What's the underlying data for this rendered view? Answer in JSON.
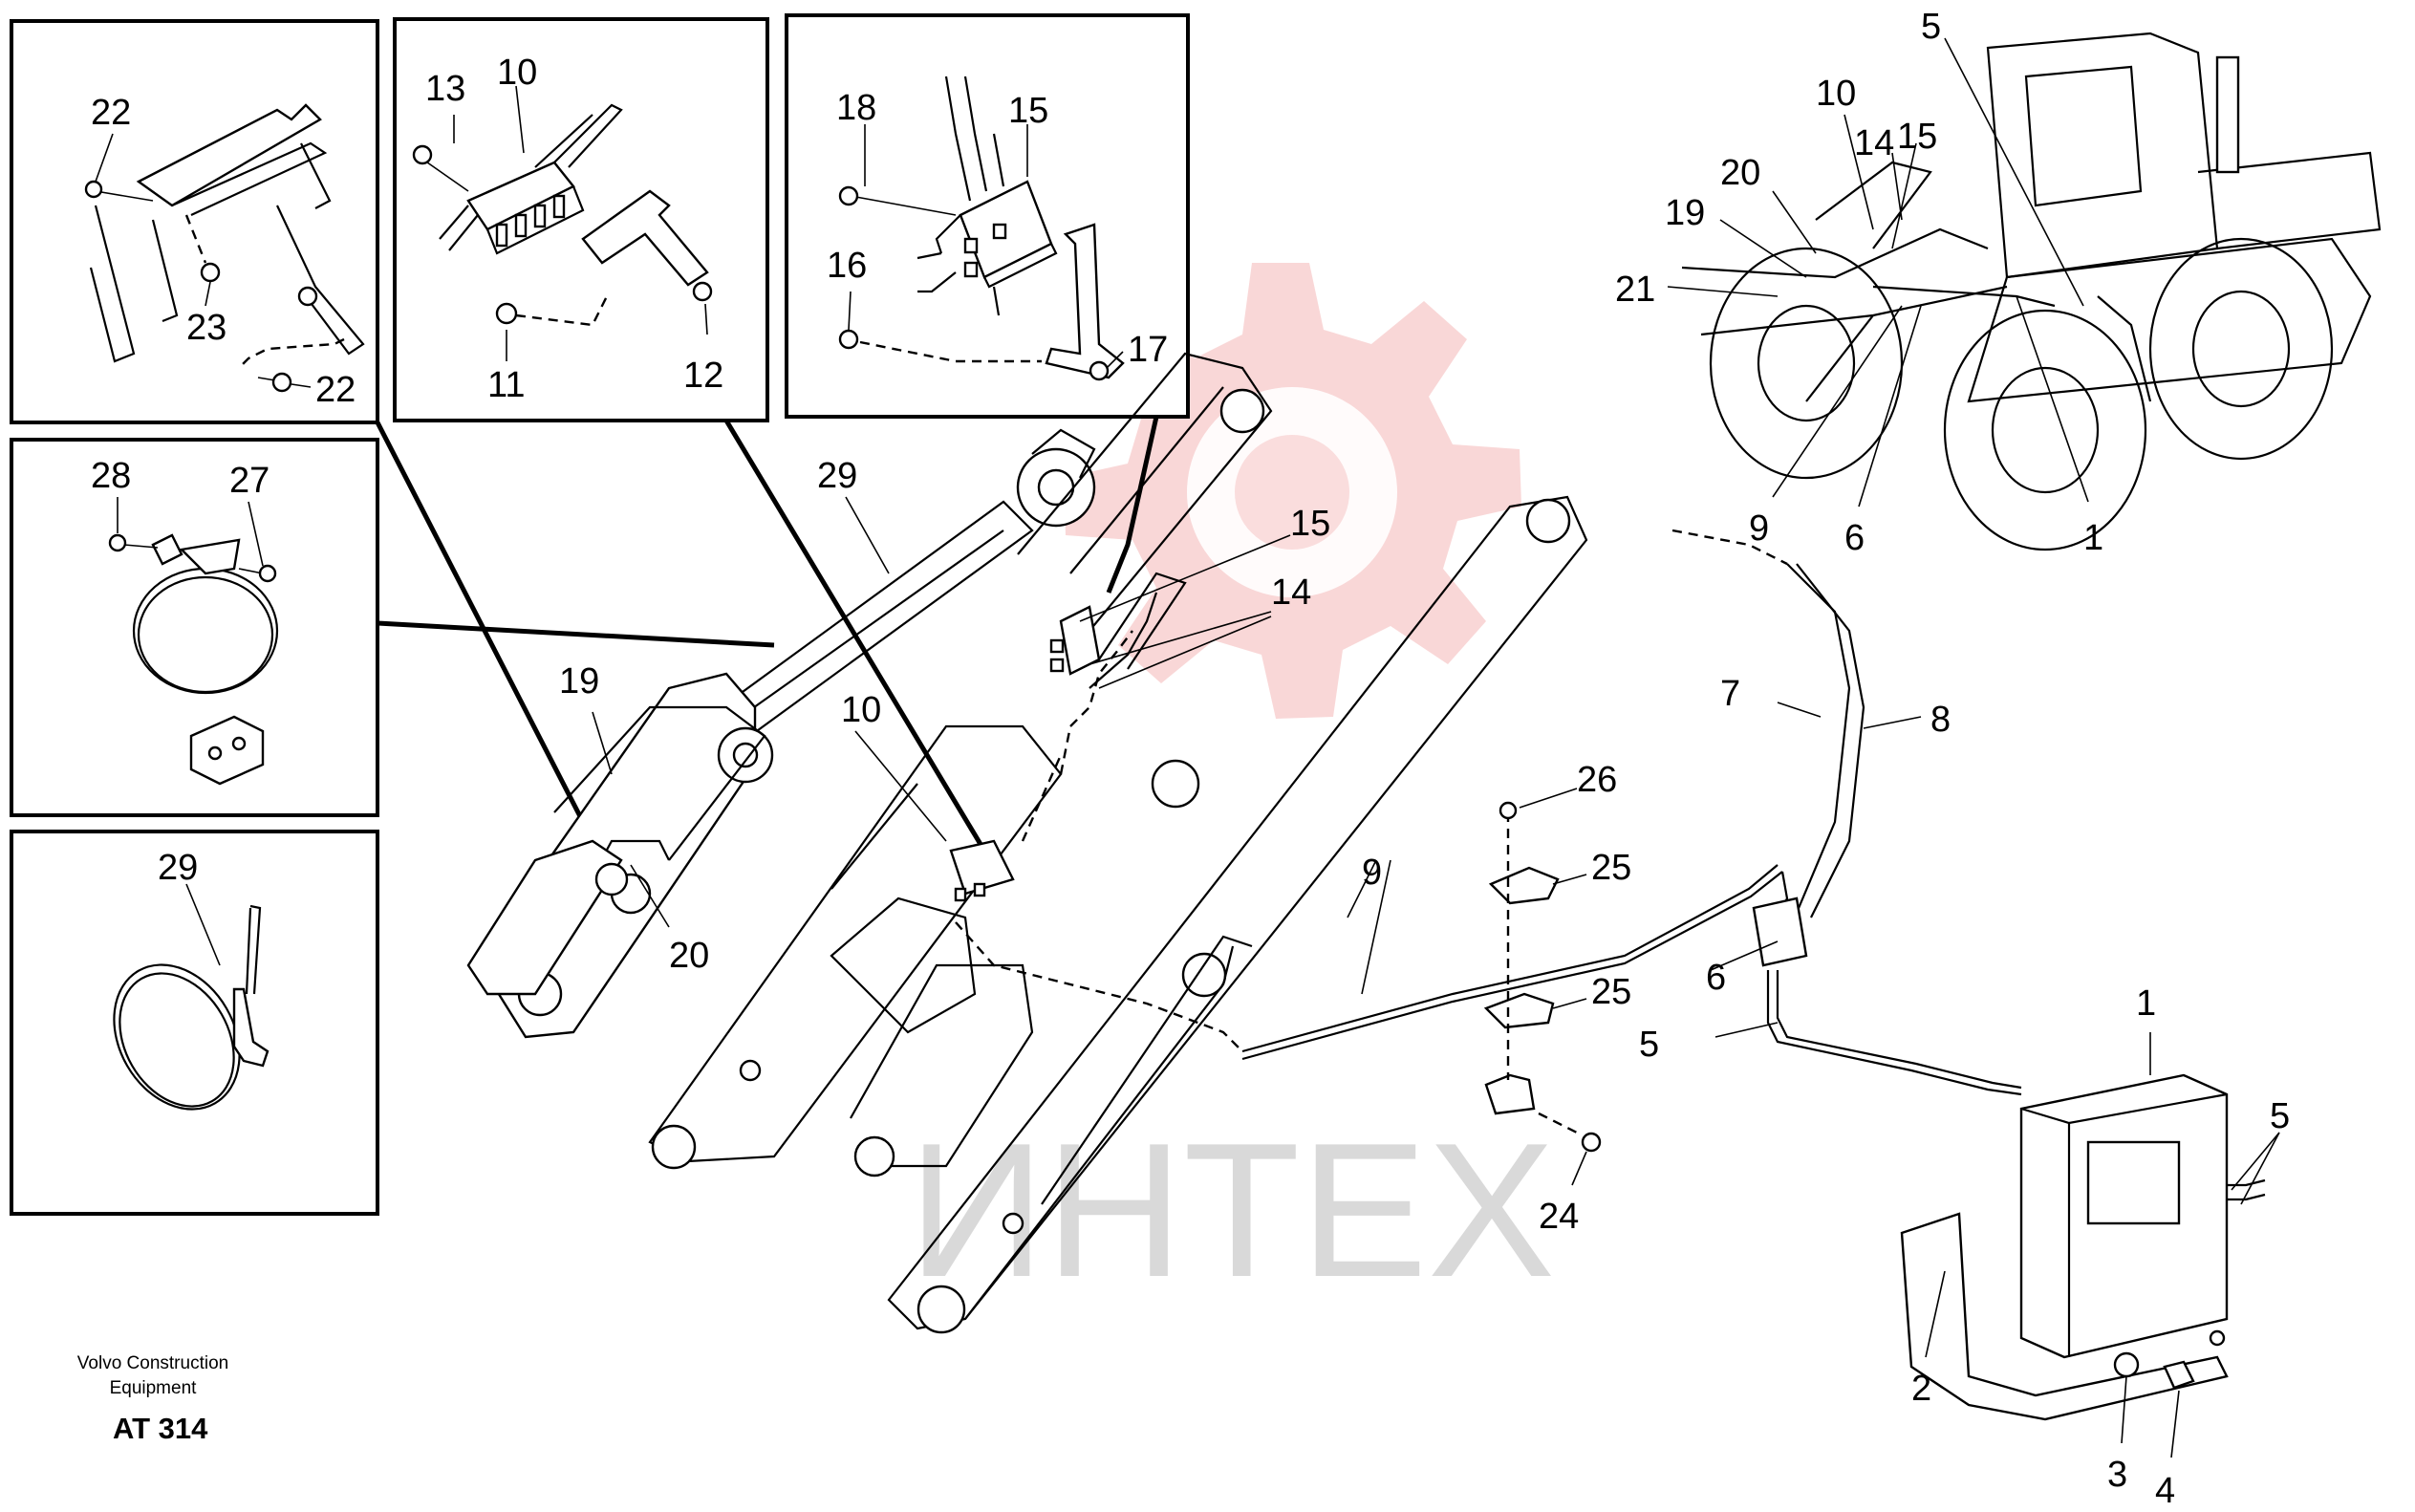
{
  "watermark": {
    "text": "ИНТЕХ",
    "gear_color": "#f7c9c9",
    "text_color": "#d9d9d9"
  },
  "caption": {
    "line1": "Volvo Construction",
    "line2": "Equipment",
    "code": "AT 314"
  },
  "detail_boxes": {
    "bracket": [
      "22",
      "23",
      "22"
    ],
    "valve_left": [
      "13",
      "10",
      "11",
      "12"
    ],
    "valve_right": [
      "18",
      "15",
      "16",
      "17"
    ],
    "clamp": [
      "28",
      "27"
    ],
    "tie": [
      "29"
    ]
  },
  "machine_callouts": [
    "5",
    "10",
    "14",
    "15",
    "20",
    "19",
    "21",
    "9",
    "6",
    "1"
  ],
  "main_callouts": [
    "29",
    "15",
    "14",
    "19",
    "10",
    "20",
    "7",
    "8",
    "26",
    "25",
    "9",
    "6",
    "25",
    "5",
    "1",
    "5",
    "24",
    "2",
    "3",
    "4"
  ]
}
